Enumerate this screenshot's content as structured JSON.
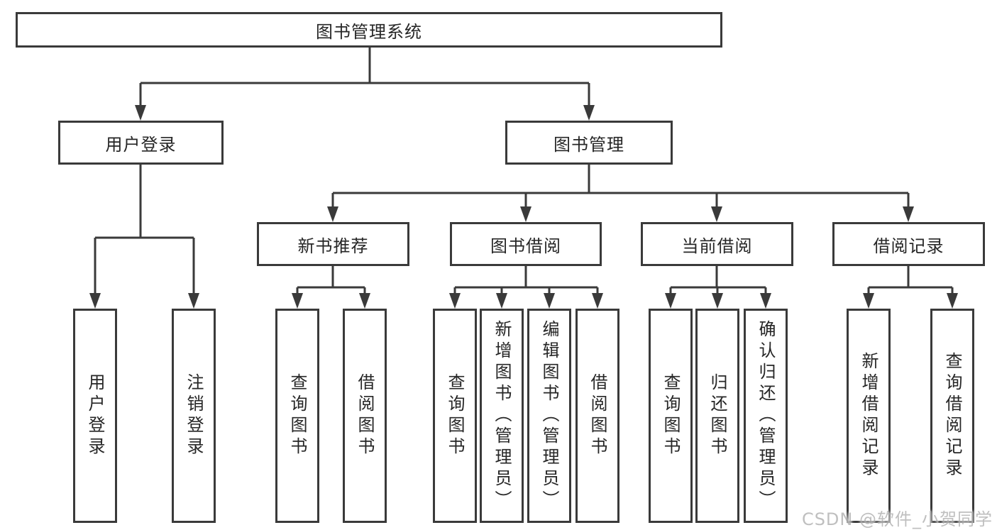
{
  "colors": {
    "line": "#3a3a3a",
    "text": "#262626",
    "background": "#ffffff",
    "watermark": "#b5b5b5"
  },
  "watermark": {
    "text": "CSDN @软件_小贺同学"
  },
  "nodes": {
    "root": "图书管理系统",
    "user_login": "用户登录",
    "book_mgmt": "图书管理",
    "new_book_rec": "新书推荐",
    "book_borrow": "图书借阅",
    "current_borrow": "当前借阅",
    "borrow_records": "借阅记录",
    "leaves_user": [
      "用户登录",
      "注销登录"
    ],
    "leaves_new_book": [
      "查询图书",
      "借阅图书"
    ],
    "leaves_borrow": [
      "查询图书",
      "新增图书（管理员）",
      "编辑图书（管理员）",
      "借阅图书"
    ],
    "leaves_current": [
      "查询图书",
      "归还图书",
      "确认归还（管理员）"
    ],
    "leaves_records": [
      "新增借阅记录",
      "查询借阅记录"
    ]
  }
}
